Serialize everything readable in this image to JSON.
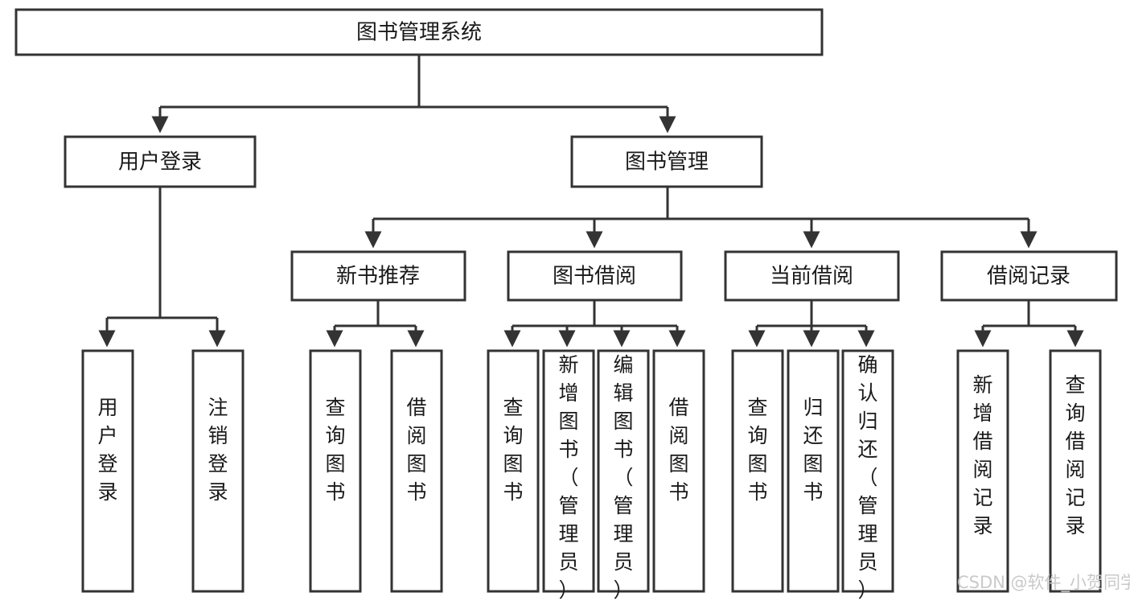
{
  "diagram": {
    "type": "hierarchy-tree",
    "orientation": "top-down",
    "title": "图书管理系统",
    "box_fill": "#ffffff",
    "box_stroke": "#333333",
    "text_color": "#1a1a1a",
    "root": {
      "id": "root",
      "label": "图书管理系统",
      "level": 1
    },
    "level2": [
      {
        "id": "user-login",
        "label": "用户登录",
        "level": 2
      },
      {
        "id": "book-manage",
        "label": "图书管理",
        "level": 2
      }
    ],
    "level3": [
      {
        "id": "new-book-recommend",
        "label": "新书推荐",
        "level": 3,
        "parent": "book-manage"
      },
      {
        "id": "book-borrow",
        "label": "图书借阅",
        "level": 3,
        "parent": "book-manage"
      },
      {
        "id": "current-borrow",
        "label": "当前借阅",
        "level": 3,
        "parent": "book-manage"
      },
      {
        "id": "borrow-record",
        "label": "借阅记录",
        "level": 3,
        "parent": "book-manage"
      }
    ],
    "leaves": [
      {
        "id": "leaf-user-login",
        "label": "用户登录",
        "parent": "user-login"
      },
      {
        "id": "leaf-logout",
        "label": "注销登录",
        "parent": "user-login"
      },
      {
        "id": "leaf-query-book-1",
        "label": "查询图书",
        "parent": "new-book-recommend"
      },
      {
        "id": "leaf-borrow-book-1",
        "label": "借阅图书",
        "parent": "new-book-recommend"
      },
      {
        "id": "leaf-query-book-2",
        "label": "查询图书",
        "parent": "book-borrow"
      },
      {
        "id": "leaf-add-book",
        "label": "新增图书（管理员）",
        "parent": "book-borrow"
      },
      {
        "id": "leaf-edit-book",
        "label": "编辑图书（管理员）",
        "parent": "book-borrow"
      },
      {
        "id": "leaf-borrow-book-2",
        "label": "借阅图书",
        "parent": "book-borrow"
      },
      {
        "id": "leaf-query-book-3",
        "label": "查询图书",
        "parent": "current-borrow"
      },
      {
        "id": "leaf-return-book",
        "label": "归还图书",
        "parent": "current-borrow"
      },
      {
        "id": "leaf-confirm-return",
        "label": "确认归还（管理员）",
        "parent": "current-borrow"
      },
      {
        "id": "leaf-add-record",
        "label": "新增借阅记录",
        "parent": "borrow-record"
      },
      {
        "id": "leaf-query-record",
        "label": "查询借阅记录",
        "parent": "borrow-record"
      }
    ]
  },
  "watermark": {
    "text": "CSDN @软件_小贺同学"
  }
}
